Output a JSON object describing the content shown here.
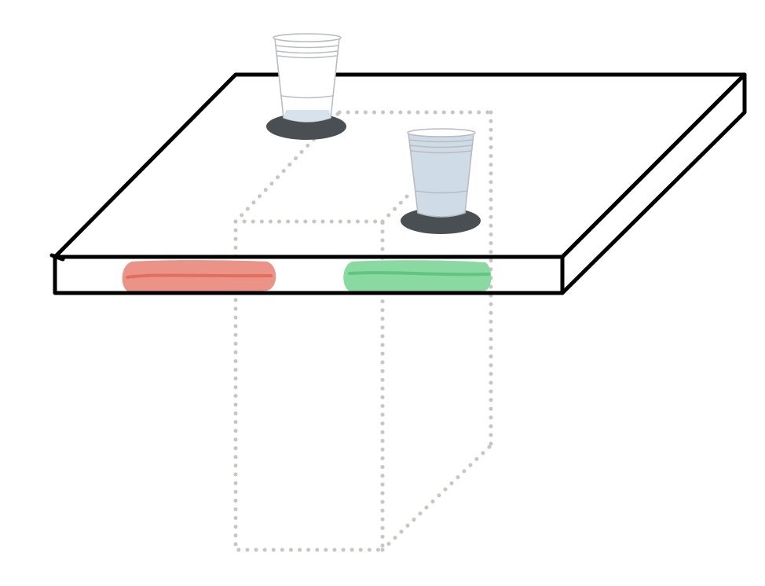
{
  "colors": {
    "background": "#ffffff",
    "outline": "#000000",
    "dotted_box": "#c8c6c0",
    "coaster": "#4a4f53",
    "cup_outline": "#b9bcc0",
    "cup_empty_fill": "#ffffff",
    "cup_water_fill": "#d7e2ec",
    "cup_water_body": "#cfdbe6",
    "highlight_red": "#ec9387",
    "highlight_red_stroke": "#e06f62",
    "highlight_green": "#8ad9a2",
    "highlight_green_stroke": "#5ec67f"
  },
  "icons": {
    "empty_cup": "plastic-cup-empty-icon",
    "water_cup": "plastic-cup-water-icon",
    "coaster": "coaster-icon"
  },
  "scene": {
    "objects": [
      "table-top",
      "hidden-box-outline",
      "empty-cup-on-coaster",
      "water-cup-on-coaster",
      "red-edge-highlight",
      "green-edge-highlight"
    ]
  }
}
